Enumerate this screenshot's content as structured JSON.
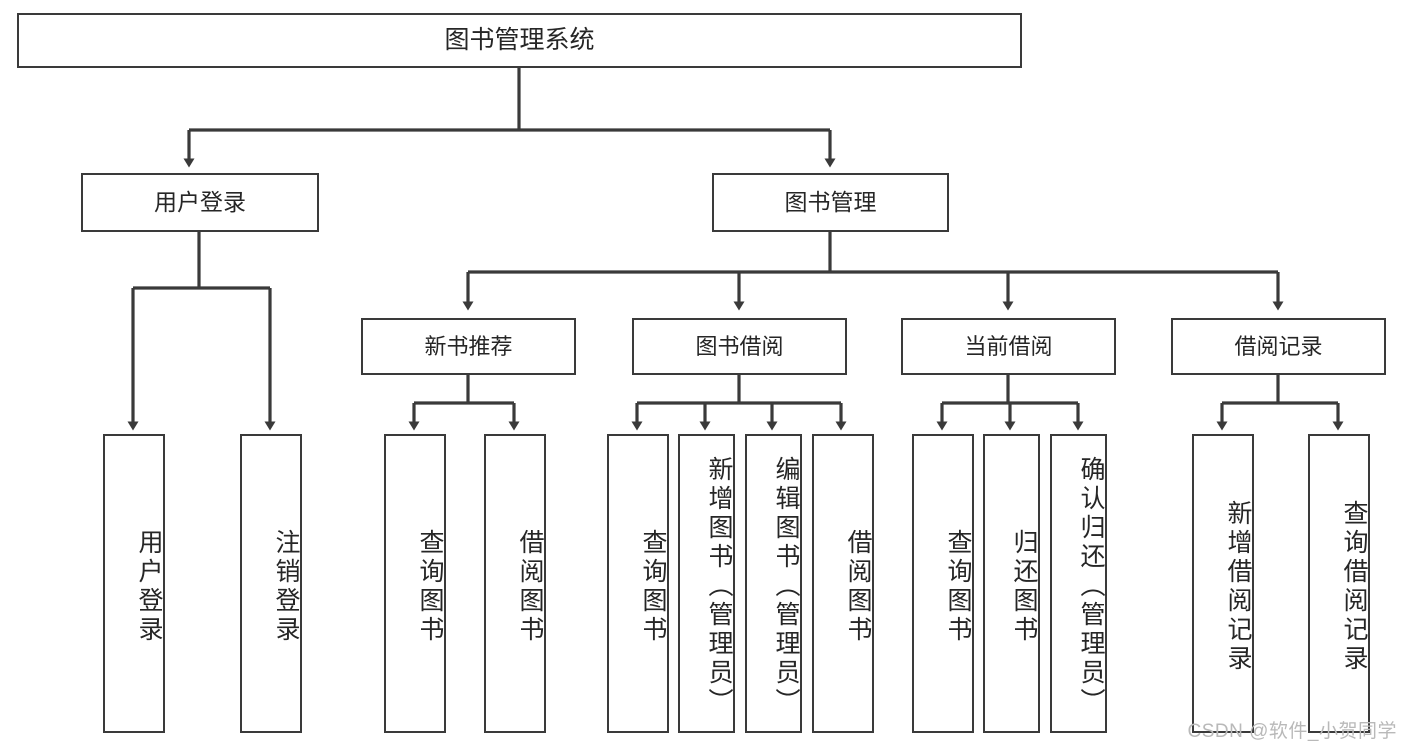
{
  "diagram": {
    "title": "图书管理系统",
    "type": "hierarchy-tree",
    "watermark": "CSDN @软件_小贺同学",
    "colors": {
      "box_border": "#3a3a3a",
      "box_fill": "#ffffff",
      "text": "#262626",
      "connector": "#3a3a3a",
      "watermark": "#b9b9b9"
    },
    "nodes": {
      "root": {
        "label": "图书管理系统"
      },
      "level2": [
        {
          "id": "user-login",
          "label": "用户登录"
        },
        {
          "id": "book-manage",
          "label": "图书管理"
        }
      ],
      "level3": [
        {
          "id": "new-book-recommend",
          "label": "新书推荐"
        },
        {
          "id": "book-borrow",
          "label": "图书借阅"
        },
        {
          "id": "current-borrow",
          "label": "当前借阅"
        },
        {
          "id": "borrow-record",
          "label": "借阅记录"
        }
      ],
      "leaves": {
        "user_login": [
          {
            "id": "leaf-user-login",
            "label": "用户登录"
          },
          {
            "id": "leaf-logout-login",
            "label": "注销登录"
          }
        ],
        "new_book_recommend": [
          {
            "id": "leaf-query-book-1",
            "label": "查询图书"
          },
          {
            "id": "leaf-borrow-book-1",
            "label": "借阅图书"
          }
        ],
        "book_borrow": [
          {
            "id": "leaf-query-book-2",
            "label": "查询图书"
          },
          {
            "id": "leaf-add-book",
            "label": "新增图书（管理员）"
          },
          {
            "id": "leaf-edit-book",
            "label": "编辑图书（管理员）"
          },
          {
            "id": "leaf-borrow-book-2",
            "label": "借阅图书"
          }
        ],
        "current_borrow": [
          {
            "id": "leaf-query-book-3",
            "label": "查询图书"
          },
          {
            "id": "leaf-return-book",
            "label": "归还图书"
          },
          {
            "id": "leaf-confirm-return",
            "label": "确认归还（管理员）"
          }
        ],
        "borrow_record": [
          {
            "id": "leaf-add-record",
            "label": "新增借阅记录"
          },
          {
            "id": "leaf-query-record",
            "label": "查询借阅记录"
          }
        ]
      }
    }
  }
}
